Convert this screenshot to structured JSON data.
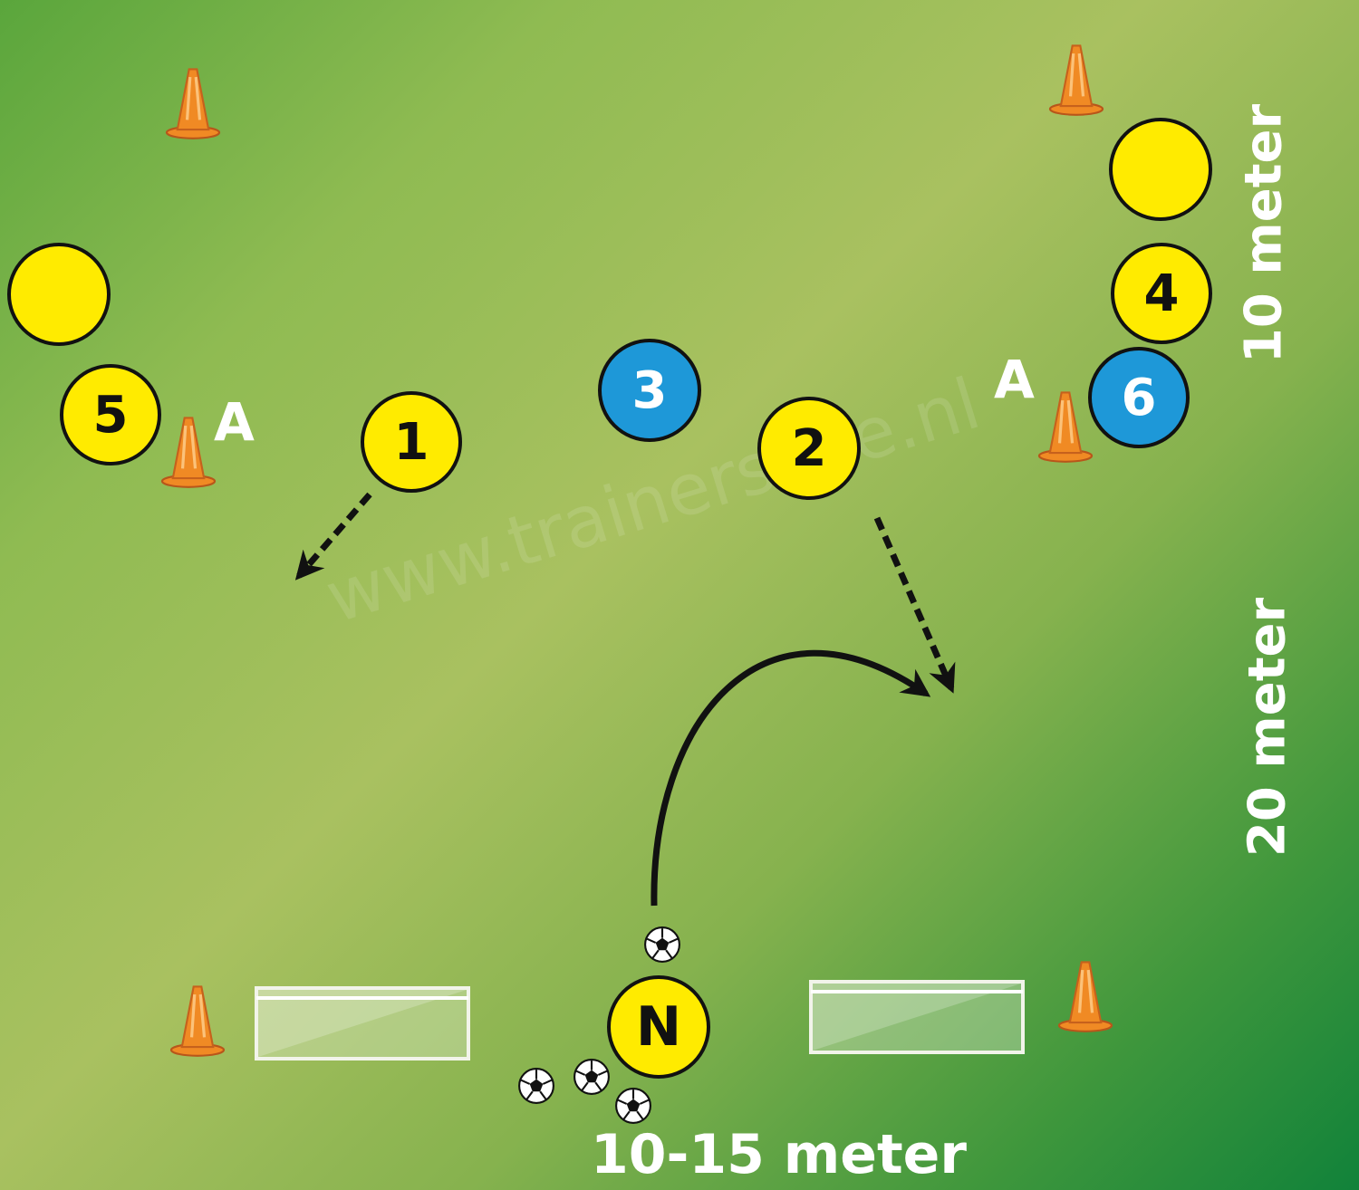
{
  "watermark": "www.trainerssite.nl",
  "players": {
    "p1": "1",
    "p2": "2",
    "p3": "3",
    "p4": "4",
    "p5": "5",
    "p6": "6",
    "pN": "N",
    "top_right_empty": "",
    "left_empty": ""
  },
  "labels": {
    "a_left": "A",
    "a_right": "A",
    "width_bottom": "10-15 meter",
    "height_upper": "10 meter",
    "height_lower": "20 meter"
  },
  "colors": {
    "field_light": "#a9c160",
    "field_dark": "#11823a",
    "player_yellow": "#ffeb00",
    "player_blue": "#1e98d8",
    "cone_orange": "#f08a24",
    "text_white": "#ffffff"
  },
  "icons": [
    "cone-icon",
    "soccer-ball-icon",
    "goal-icon",
    "arrow-icon"
  ]
}
